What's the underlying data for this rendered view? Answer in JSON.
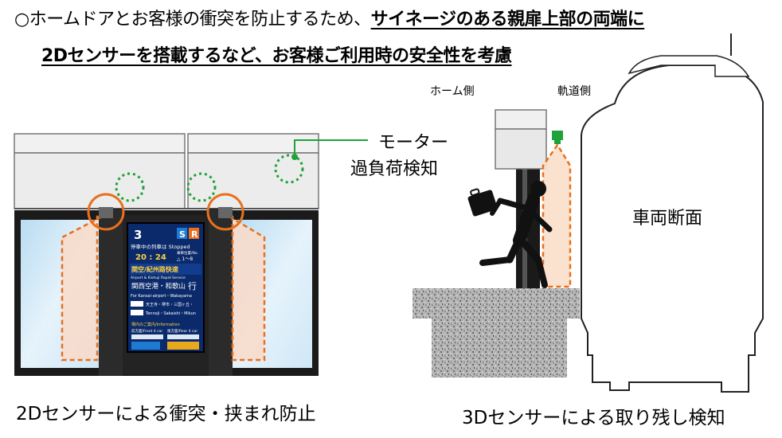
{
  "headline": {
    "line1_plain": "○ホームドアとお客様の衝突を防止するため、",
    "line1_emphasis": "サイネージのある親扉上部の両端に",
    "line2_emphasis": "2Dセンサーを搭載するなど、お客様ご利用時の安全性を考慮"
  },
  "left_diagram": {
    "callout_motor": "モーター",
    "callout_overload": "過負荷検知",
    "caption": "2Dセンサーによる衝突・挟まれ防止",
    "signage": {
      "track_number": "3",
      "badge_s": "S",
      "badge_r": "R",
      "stopped_line": "停車中の列車は Stopped",
      "car_pos_label": "乗車位置/No.",
      "time": "20 : 24",
      "car_pos": "△ 1～8",
      "train_type": "関空/紀州路快速",
      "train_type_en": "Airport & Kishuji Rapid Service",
      "destination": "関西空港・和歌山",
      "dest_suffix": "行",
      "destination_en": "For Kansai-airport・Wakayama",
      "stops": "天王寺・堺市・三国ヶ丘・",
      "stops_en": "Tennoji・Sakaishi・Mikun",
      "info_header": "場内のご案内/Information",
      "info_left": "前方面/Front 4 car",
      "info_right": "後方面/Rear 4 car"
    }
  },
  "right_diagram": {
    "label_platform_side": "ホーム側",
    "label_track_side": "軌道側",
    "label_car_section": "車両断面",
    "caption": "3Dセンサーによる取り残し検知"
  },
  "colors": {
    "sensor_orange": "#e8701e",
    "sensor_green": "#1fa23a",
    "signage_navy": "#0b2a6b",
    "granite": "#a8a8a8"
  }
}
